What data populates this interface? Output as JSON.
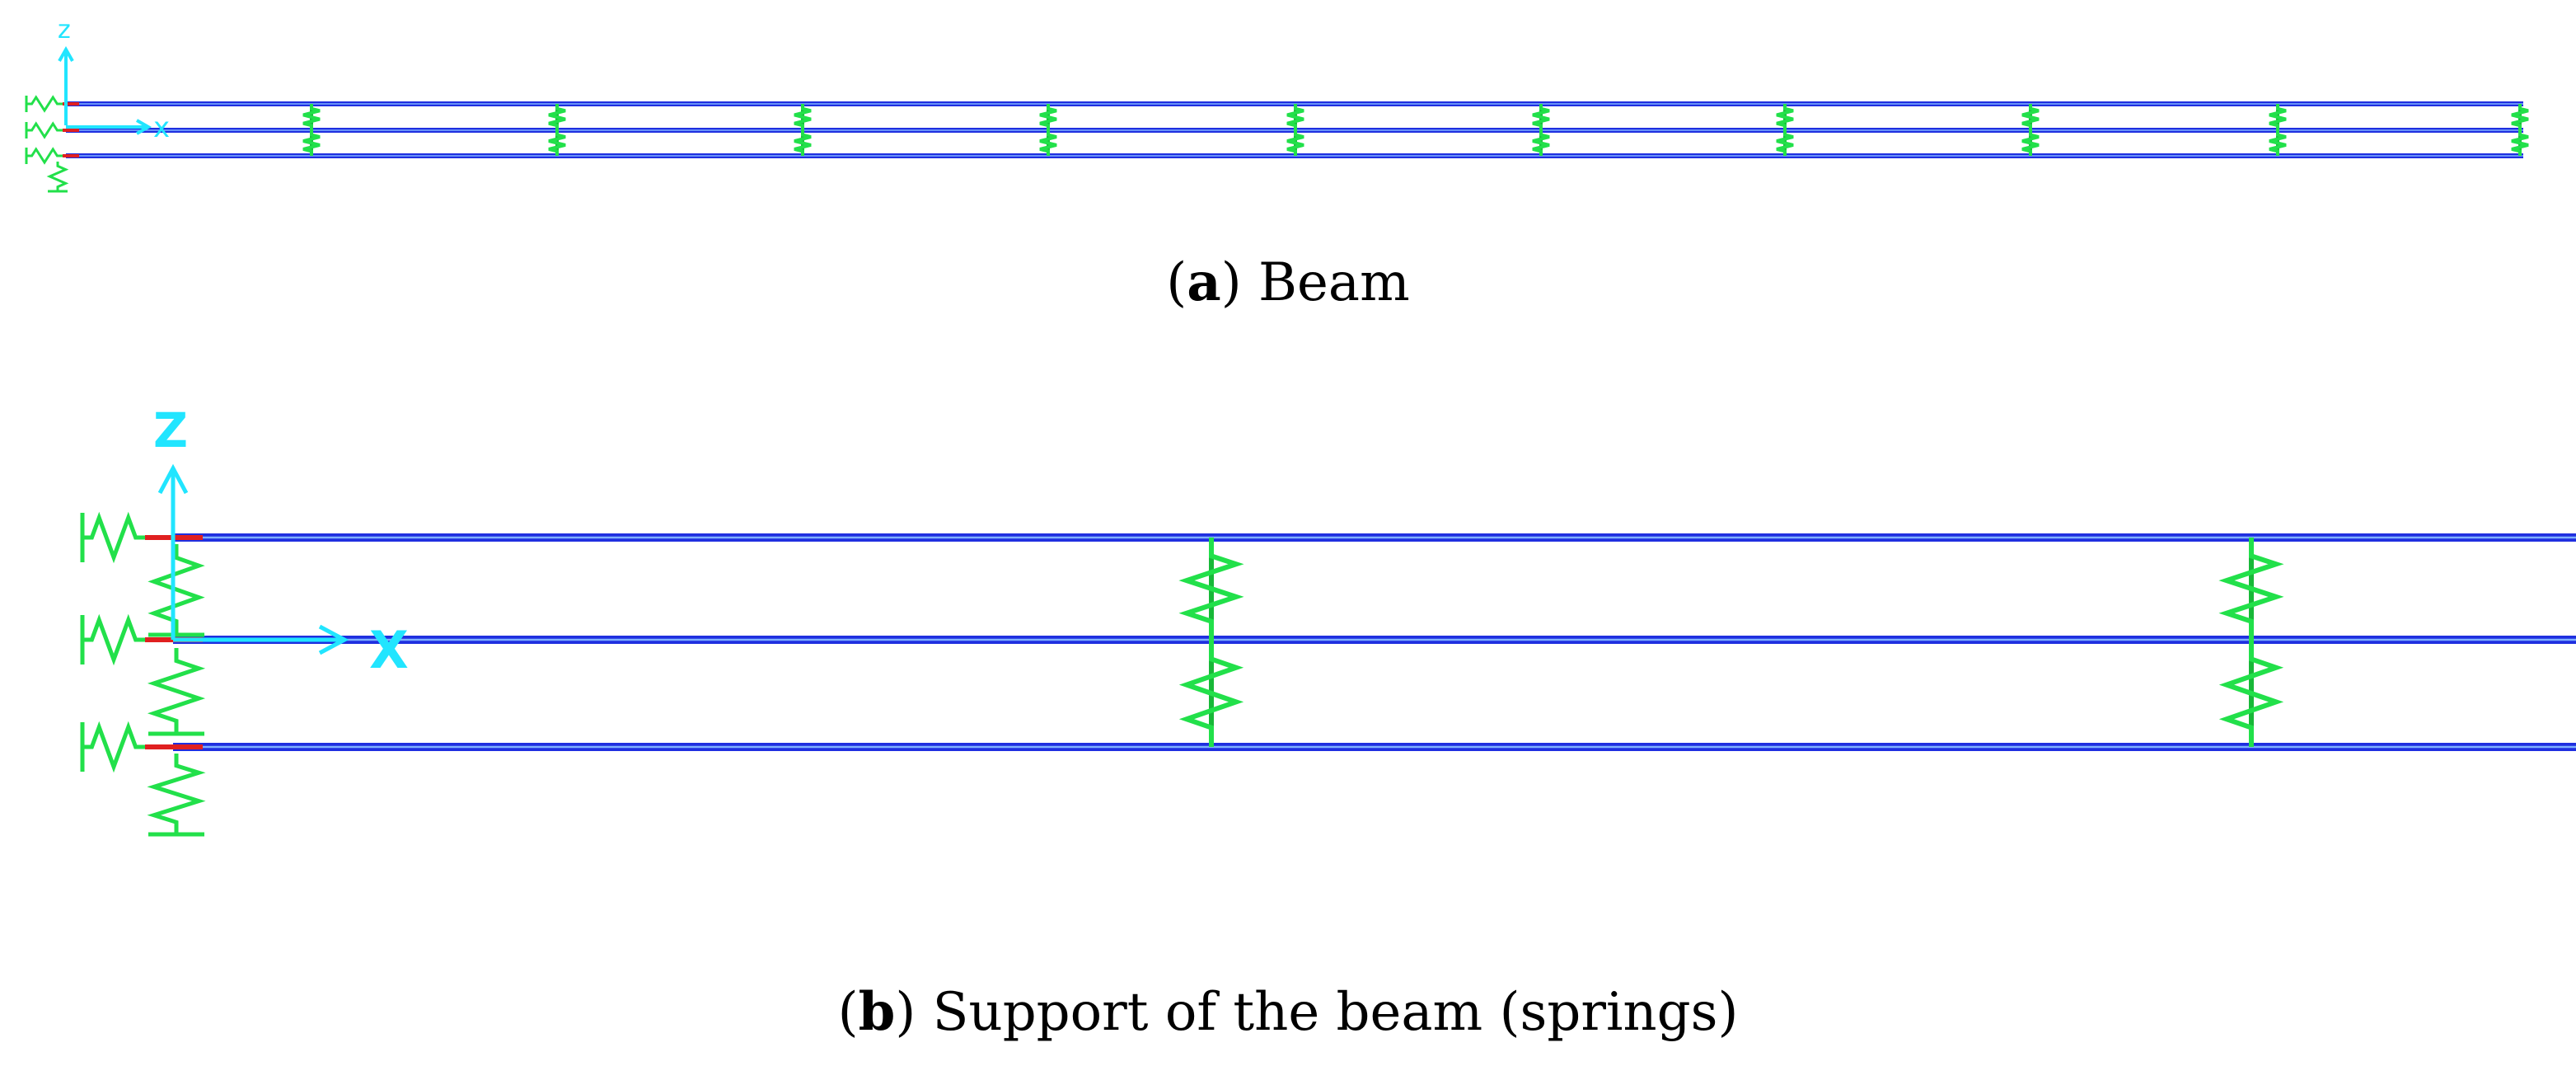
{
  "colors": {
    "beam": "#1f2fe0",
    "beam_highlight": "#7fb0ff",
    "spring": "#22e04a",
    "spring_dark": "#18b838",
    "axis": "#21e5ff",
    "restraint": "#e02020"
  },
  "panel_a": {
    "axis_z_label": "z",
    "axis_x_label": "x",
    "caption_letter": "a",
    "caption_text": " Beam"
  },
  "panel_b": {
    "axis_z_label": "Z",
    "axis_x_label": "X",
    "caption_letter": "b",
    "caption_text": " Support of the beam (springs)"
  }
}
